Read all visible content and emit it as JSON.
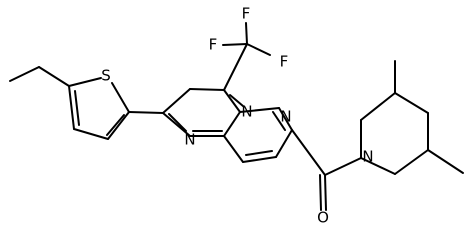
{
  "atoms": {
    "F_top": "F",
    "F_left": "F",
    "F_right": "F",
    "S_thiophene": "S",
    "N_bridge": "N",
    "N_pyrazole": "N",
    "N_pyrimidine": "N",
    "N_piperidine": "N",
    "O_carbonyl": "O"
  }
}
